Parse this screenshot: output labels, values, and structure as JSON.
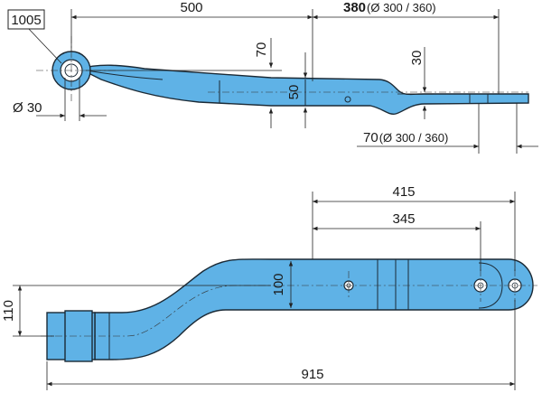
{
  "reference": {
    "part_number": "1005"
  },
  "side_view": {
    "dim_length_main": "500",
    "dim_length_rear_value": "380",
    "dim_length_rear_note": "(Ø 300 / 360)",
    "dim_eye_height": "70",
    "dim_thickness_front": "50",
    "dim_thickness_rear": "30",
    "dim_eye_diameter": "Ø 30",
    "dim_rear_offset_value": "70",
    "dim_rear_offset_note": "(Ø 300 / 360)"
  },
  "top_view": {
    "dim_width_415": "415",
    "dim_width_345": "345",
    "dim_height_100": "100",
    "dim_height_110": "110",
    "dim_total_915": "915"
  },
  "colors": {
    "part_fill": "#5fb2e6",
    "outline": "#1b2a36"
  }
}
